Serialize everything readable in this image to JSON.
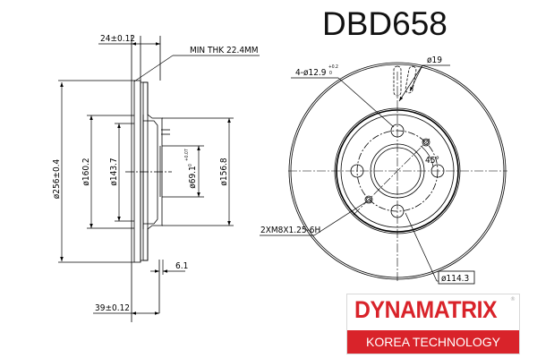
{
  "title": "DBD658",
  "side_view": {
    "thickness": "24±0.12",
    "min_thickness": "MIN THK 22.4MM",
    "outer_diameter": "ø256±0.4",
    "d1": "ø160.2",
    "d2": "ø143.7",
    "center_bore": "ø69.1",
    "center_bore_tol_upper": "+0.07",
    "center_bore_tol_lower": "0",
    "hat_diameter": "ø156.8",
    "hat_offset": "6.1",
    "total_height": "39±0.12"
  },
  "front_view": {
    "bolt_holes": "4-ø12.9",
    "bolt_holes_tol_upper": "+0.2",
    "bolt_holes_tol_lower": "0",
    "slot": "ø19",
    "angle": "45°",
    "thread": "2XM8X1.25-6H",
    "pcd": "ø114.3"
  },
  "logo": {
    "brand": "DYNAMATRIX",
    "registered": "®",
    "tagline": "KOREA TECHNOLOGY",
    "color": "#d9232a"
  }
}
